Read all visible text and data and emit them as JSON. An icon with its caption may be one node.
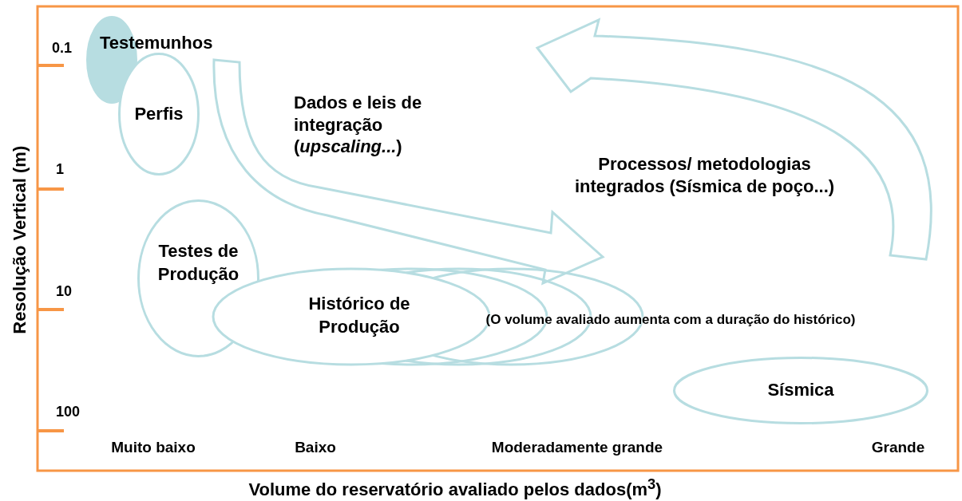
{
  "diagram": {
    "nodes": [
      {
        "text": [
          "Testemunhos"
        ]
      },
      {
        "text": [
          "Perfis"
        ]
      },
      {
        "text": [
          "Testes de Produção"
        ]
      },
      {
        "text": [
          "Histórico de Produção"
        ],
        "beside": [
          "(O volume avaliado aumenta com a duração do histórico)"
        ]
      },
      {
        "text": [
          "Sísmica"
        ]
      }
    ],
    "labels": [
      "Dados e leis de integração (*upscaling...*)",
      "Processos/ metodologias integrados (Sísmica de poço...)",
      "0.1",
      "1",
      "10",
      "100",
      "Resolução Vertical (m)",
      "Muito baixo",
      "Baixo",
      "Moderadamente grande",
      "Grande",
      "Volume do reservatório avaliado pelos dados(m$^{3}$)"
    ]
  }
}
